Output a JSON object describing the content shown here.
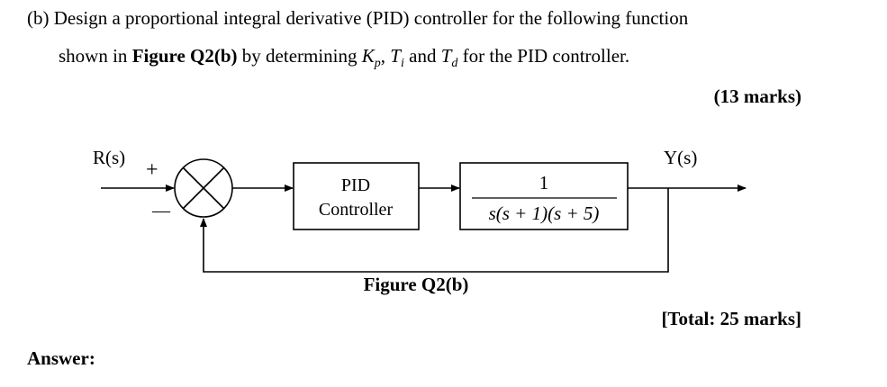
{
  "question": {
    "line1": "(b) Design a proportional integral derivative (PID) controller for the following function",
    "line2_pre": "shown in ",
    "line2_bold": "Figure Q2(b)",
    "line2_mid": " by determining ",
    "kp_var": "K",
    "kp_sub": "p",
    "sep1": ", ",
    "ti_var": "T",
    "ti_sub": "i",
    "and_text": " and ",
    "td_var": "T",
    "td_sub": "d",
    "line2_post": " for the PID controller.",
    "marks": "(13 marks)"
  },
  "diagram": {
    "input_label": "R(s)",
    "plus_sign": "+",
    "minus_sign": "—",
    "controller_line1": "PID",
    "controller_line2": "Controller",
    "plant_numerator": "1",
    "plant_denominator": "s(s + 1)(s + 5)",
    "output_label": "Y(s)",
    "caption": "Figure Q2(b)"
  },
  "total": "[Total: 25 marks]",
  "answer_label": "Answer:"
}
